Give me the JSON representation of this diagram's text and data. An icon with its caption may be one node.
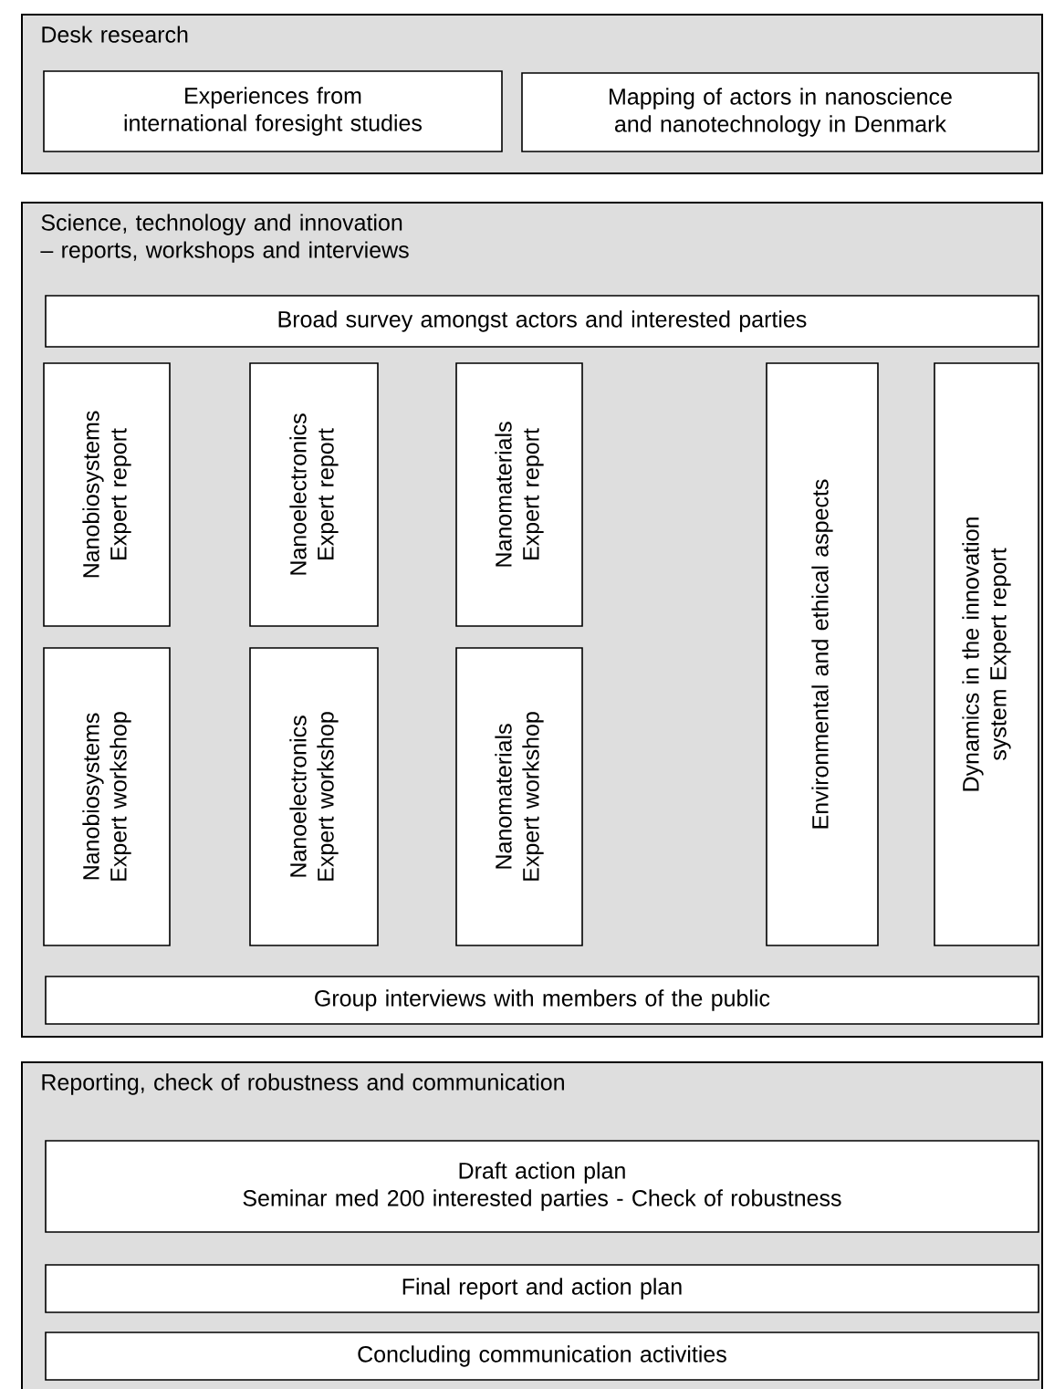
{
  "diagram": {
    "nodes": [
      {
        "text": [
          "Desk research"
        ]
      },
      {
        "text": [
          "Experiences from international foresight studies"
        ],
        "in": 0
      },
      {
        "text": [
          "Mapping of actors in nanoscience and nanotechnology in Denmark"
        ],
        "in": 0
      },
      {
        "text": [
          "Science, technology and innovation – reports, workshops and interviews"
        ]
      },
      {
        "text": [
          "Broad survey amongst actors and interested parties"
        ],
        "in": 3
      },
      {
        "text": [
          "Nanobiosystems Expert report"
        ],
        "in": 3
      },
      {
        "text": [
          "Nanoelectronics Expert report"
        ],
        "in": 3
      },
      {
        "text": [
          "Nanomaterials Expert report"
        ],
        "in": 3
      },
      {
        "text": [
          "Environmental and ethical aspects"
        ],
        "in": 3
      },
      {
        "text": [
          "Dynamics in the innovation system Expert report"
        ],
        "in": 3
      },
      {
        "text": [
          "Nanobiosystems Expert workshop"
        ],
        "in": 3
      },
      {
        "text": [
          "Nanoelectronics Expert workshop"
        ],
        "in": 3
      },
      {
        "text": [
          "Nanomaterials Expert workshop"
        ],
        "in": 3
      },
      {
        "text": [
          "Group interviews with members of the public"
        ],
        "in": 3
      },
      {
        "text": [
          "Reporting, check of robustness and communication"
        ]
      },
      {
        "text": [
          "Draft action plan",
          "Seminar med 200 interested parties - Check of robustness"
        ],
        "in": 14
      },
      {
        "text": [
          "Final report and action plan"
        ],
        "in": 14
      },
      {
        "text": [
          "Concluding communication activities"
        ],
        "in": 14
      }
    ]
  }
}
